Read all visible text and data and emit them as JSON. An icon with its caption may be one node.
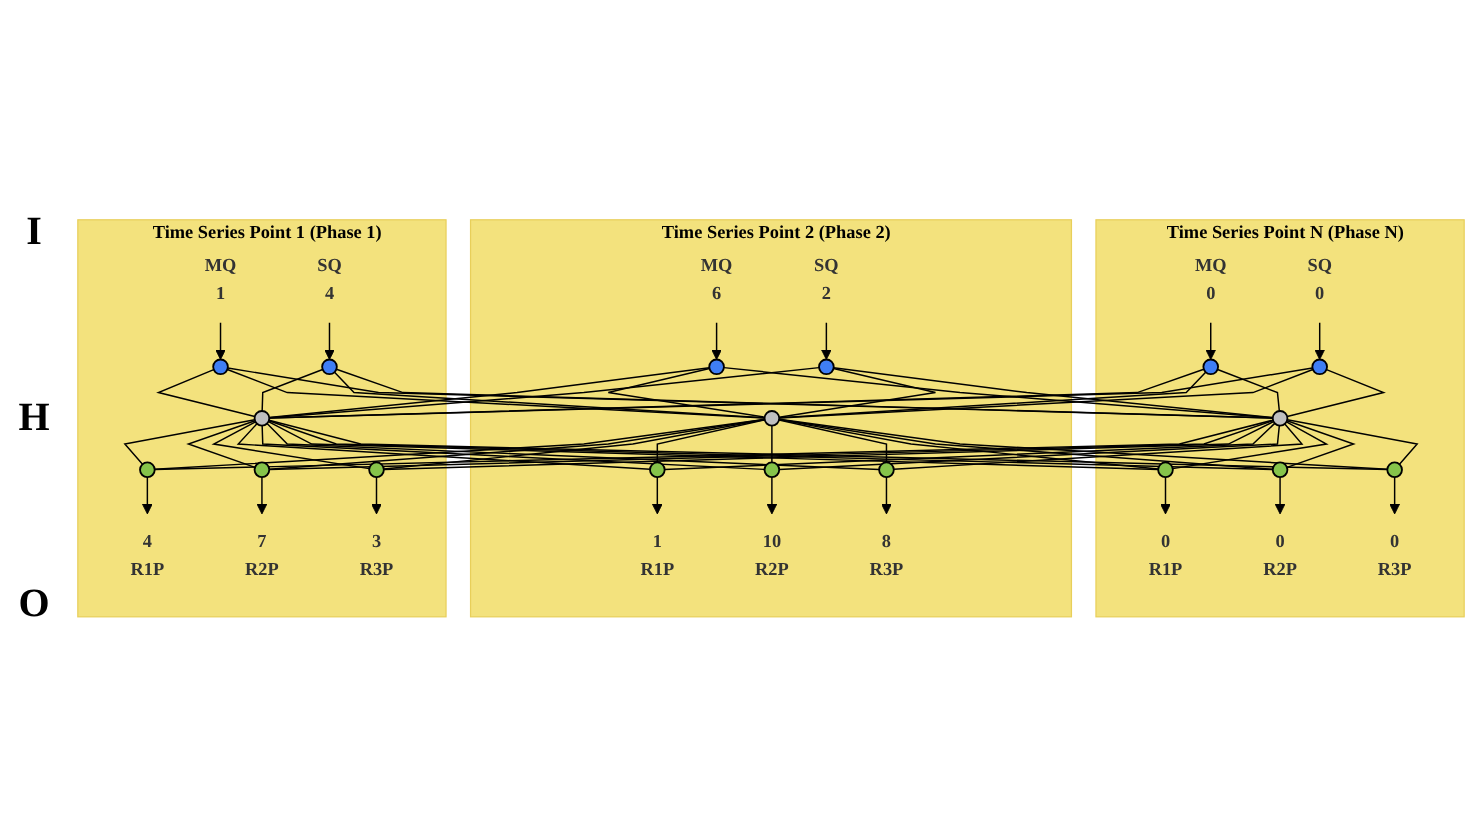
{
  "diagram": {
    "nodes": [
      {
        "text": [
          "Time Series Point 1 (Phase 1)"
        ]
      },
      {
        "text": [
          "MQ",
          "1"
        ],
        "in": 0
      },
      {
        "text": [
          "SQ",
          "4"
        ],
        "in": 0
      },
      {
        "text": [],
        "shape": "circle",
        "in": 0
      },
      {
        "text": [],
        "shape": "circle",
        "in": 0
      },
      {
        "text": [],
        "shape": "circle",
        "in": 0
      },
      {
        "text": [],
        "shape": "circle",
        "in": 0
      },
      {
        "text": [],
        "shape": "circle",
        "in": 0
      },
      {
        "text": [],
        "shape": "circle",
        "in": 0
      },
      {
        "text": [
          "4",
          "R1P"
        ],
        "in": 0
      },
      {
        "text": [
          "7",
          "R2P"
        ],
        "in": 0
      },
      {
        "text": [
          "3",
          "R3P"
        ],
        "in": 0
      },
      {
        "text": [
          "Time Series Point 2 (Phase 2)"
        ]
      },
      {
        "text": [
          "MQ",
          "6"
        ],
        "in": 12
      },
      {
        "text": [
          "SQ",
          "2"
        ],
        "in": 12
      },
      {
        "text": [],
        "shape": "circle",
        "in": 12
      },
      {
        "text": [],
        "shape": "circle",
        "in": 12
      },
      {
        "text": [],
        "shape": "circle",
        "in": 12
      },
      {
        "text": [],
        "shape": "circle",
        "in": 12
      },
      {
        "text": [],
        "shape": "circle",
        "in": 12
      },
      {
        "text": [],
        "shape": "circle",
        "in": 12
      },
      {
        "text": [
          "1",
          "R1P"
        ],
        "in": 12
      },
      {
        "text": [
          "10",
          "R2P"
        ],
        "in": 12
      },
      {
        "text": [
          "8",
          "R3P"
        ],
        "in": 12
      },
      {
        "text": [
          "Time Series Point N (Phase N)"
        ]
      },
      {
        "text": [
          "MQ",
          "0"
        ],
        "in": 24
      },
      {
        "text": [
          "SQ",
          "0"
        ],
        "in": 24
      },
      {
        "text": [],
        "shape": "circle",
        "in": 24
      },
      {
        "text": [],
        "shape": "circle",
        "in": 24
      },
      {
        "text": [],
        "shape": "circle",
        "in": 24
      },
      {
        "text": [],
        "shape": "circle",
        "in": 24
      },
      {
        "text": [],
        "shape": "circle",
        "in": 24
      },
      {
        "text": [],
        "shape": "circle",
        "in": 24
      },
      {
        "text": [
          "0",
          "R1P"
        ],
        "in": 24
      },
      {
        "text": [
          "0",
          "R2P"
        ],
        "in": 24
      },
      {
        "text": [
          "0",
          "R3P"
        ],
        "in": 24
      }
    ],
    "edges": [
      {
        "from": 1,
        "to": 3,
        "arrow": "to"
      },
      {
        "from": 2,
        "to": 4,
        "arrow": "to"
      },
      {
        "from": 6,
        "to": 9,
        "arrow": "to"
      },
      {
        "from": 7,
        "to": 10,
        "arrow": "to"
      },
      {
        "from": 8,
        "to": 11,
        "arrow": "to"
      },
      {
        "from": 13,
        "to": 15,
        "arrow": "to"
      },
      {
        "from": 14,
        "to": 16,
        "arrow": "to"
      },
      {
        "from": 18,
        "to": 21,
        "arrow": "to"
      },
      {
        "from": 19,
        "to": 22,
        "arrow": "to"
      },
      {
        "from": 20,
        "to": 23,
        "arrow": "to"
      },
      {
        "from": 25,
        "to": 27,
        "arrow": "to"
      },
      {
        "from": 26,
        "to": 28,
        "arrow": "to"
      },
      {
        "from": 30,
        "to": 33,
        "arrow": "to"
      },
      {
        "from": 31,
        "to": 34,
        "arrow": "to"
      },
      {
        "from": 32,
        "to": 35,
        "arrow": "to"
      },
      {
        "from": 3,
        "to": 5,
        "arrow": "none"
      },
      {
        "from": 4,
        "to": 5,
        "arrow": "none"
      },
      {
        "from": 15,
        "to": 5,
        "arrow": "none"
      },
      {
        "from": 16,
        "to": 5,
        "arrow": "none"
      },
      {
        "from": 27,
        "to": 5,
        "arrow": "none"
      },
      {
        "from": 28,
        "to": 5,
        "arrow": "none"
      },
      {
        "from": 3,
        "to": 17,
        "arrow": "none"
      },
      {
        "from": 4,
        "to": 17,
        "arrow": "none"
      },
      {
        "from": 15,
        "to": 17,
        "arrow": "none"
      },
      {
        "from": 16,
        "to": 17,
        "arrow": "none"
      },
      {
        "from": 27,
        "to": 17,
        "arrow": "none"
      },
      {
        "from": 28,
        "to": 17,
        "arrow": "none"
      },
      {
        "from": 3,
        "to": 29,
        "arrow": "none"
      },
      {
        "from": 4,
        "to": 29,
        "arrow": "none"
      },
      {
        "from": 15,
        "to": 29,
        "arrow": "none"
      },
      {
        "from": 16,
        "to": 29,
        "arrow": "none"
      },
      {
        "from": 27,
        "to": 29,
        "arrow": "none"
      },
      {
        "from": 28,
        "to": 29,
        "arrow": "none"
      },
      {
        "from": 5,
        "to": 6,
        "arrow": "none"
      },
      {
        "from": 5,
        "to": 7,
        "arrow": "none"
      },
      {
        "from": 5,
        "to": 8,
        "arrow": "none"
      },
      {
        "from": 5,
        "to": 18,
        "arrow": "none"
      },
      {
        "from": 5,
        "to": 19,
        "arrow": "none"
      },
      {
        "from": 5,
        "to": 20,
        "arrow": "none"
      },
      {
        "from": 5,
        "to": 30,
        "arrow": "none"
      },
      {
        "from": 5,
        "to": 31,
        "arrow": "none"
      },
      {
        "from": 5,
        "to": 32,
        "arrow": "none"
      },
      {
        "from": 17,
        "to": 6,
        "arrow": "none"
      },
      {
        "from": 17,
        "to": 7,
        "arrow": "none"
      },
      {
        "from": 17,
        "to": 8,
        "arrow": "none"
      },
      {
        "from": 17,
        "to": 18,
        "arrow": "none"
      },
      {
        "from": 17,
        "to": 19,
        "arrow": "none"
      },
      {
        "from": 17,
        "to": 20,
        "arrow": "none"
      },
      {
        "from": 17,
        "to": 30,
        "arrow": "none"
      },
      {
        "from": 17,
        "to": 31,
        "arrow": "none"
      },
      {
        "from": 17,
        "to": 32,
        "arrow": "none"
      },
      {
        "from": 29,
        "to": 6,
        "arrow": "none"
      },
      {
        "from": 29,
        "to": 7,
        "arrow": "none"
      },
      {
        "from": 29,
        "to": 8,
        "arrow": "none"
      },
      {
        "from": 29,
        "to": 18,
        "arrow": "none"
      },
      {
        "from": 29,
        "to": 19,
        "arrow": "none"
      },
      {
        "from": 29,
        "to": 20,
        "arrow": "none"
      },
      {
        "from": 29,
        "to": 30,
        "arrow": "none"
      },
      {
        "from": 29,
        "to": 31,
        "arrow": "none"
      },
      {
        "from": 29,
        "to": 32,
        "arrow": "none"
      }
    ],
    "labels": [
      "I",
      "H",
      "O"
    ]
  }
}
